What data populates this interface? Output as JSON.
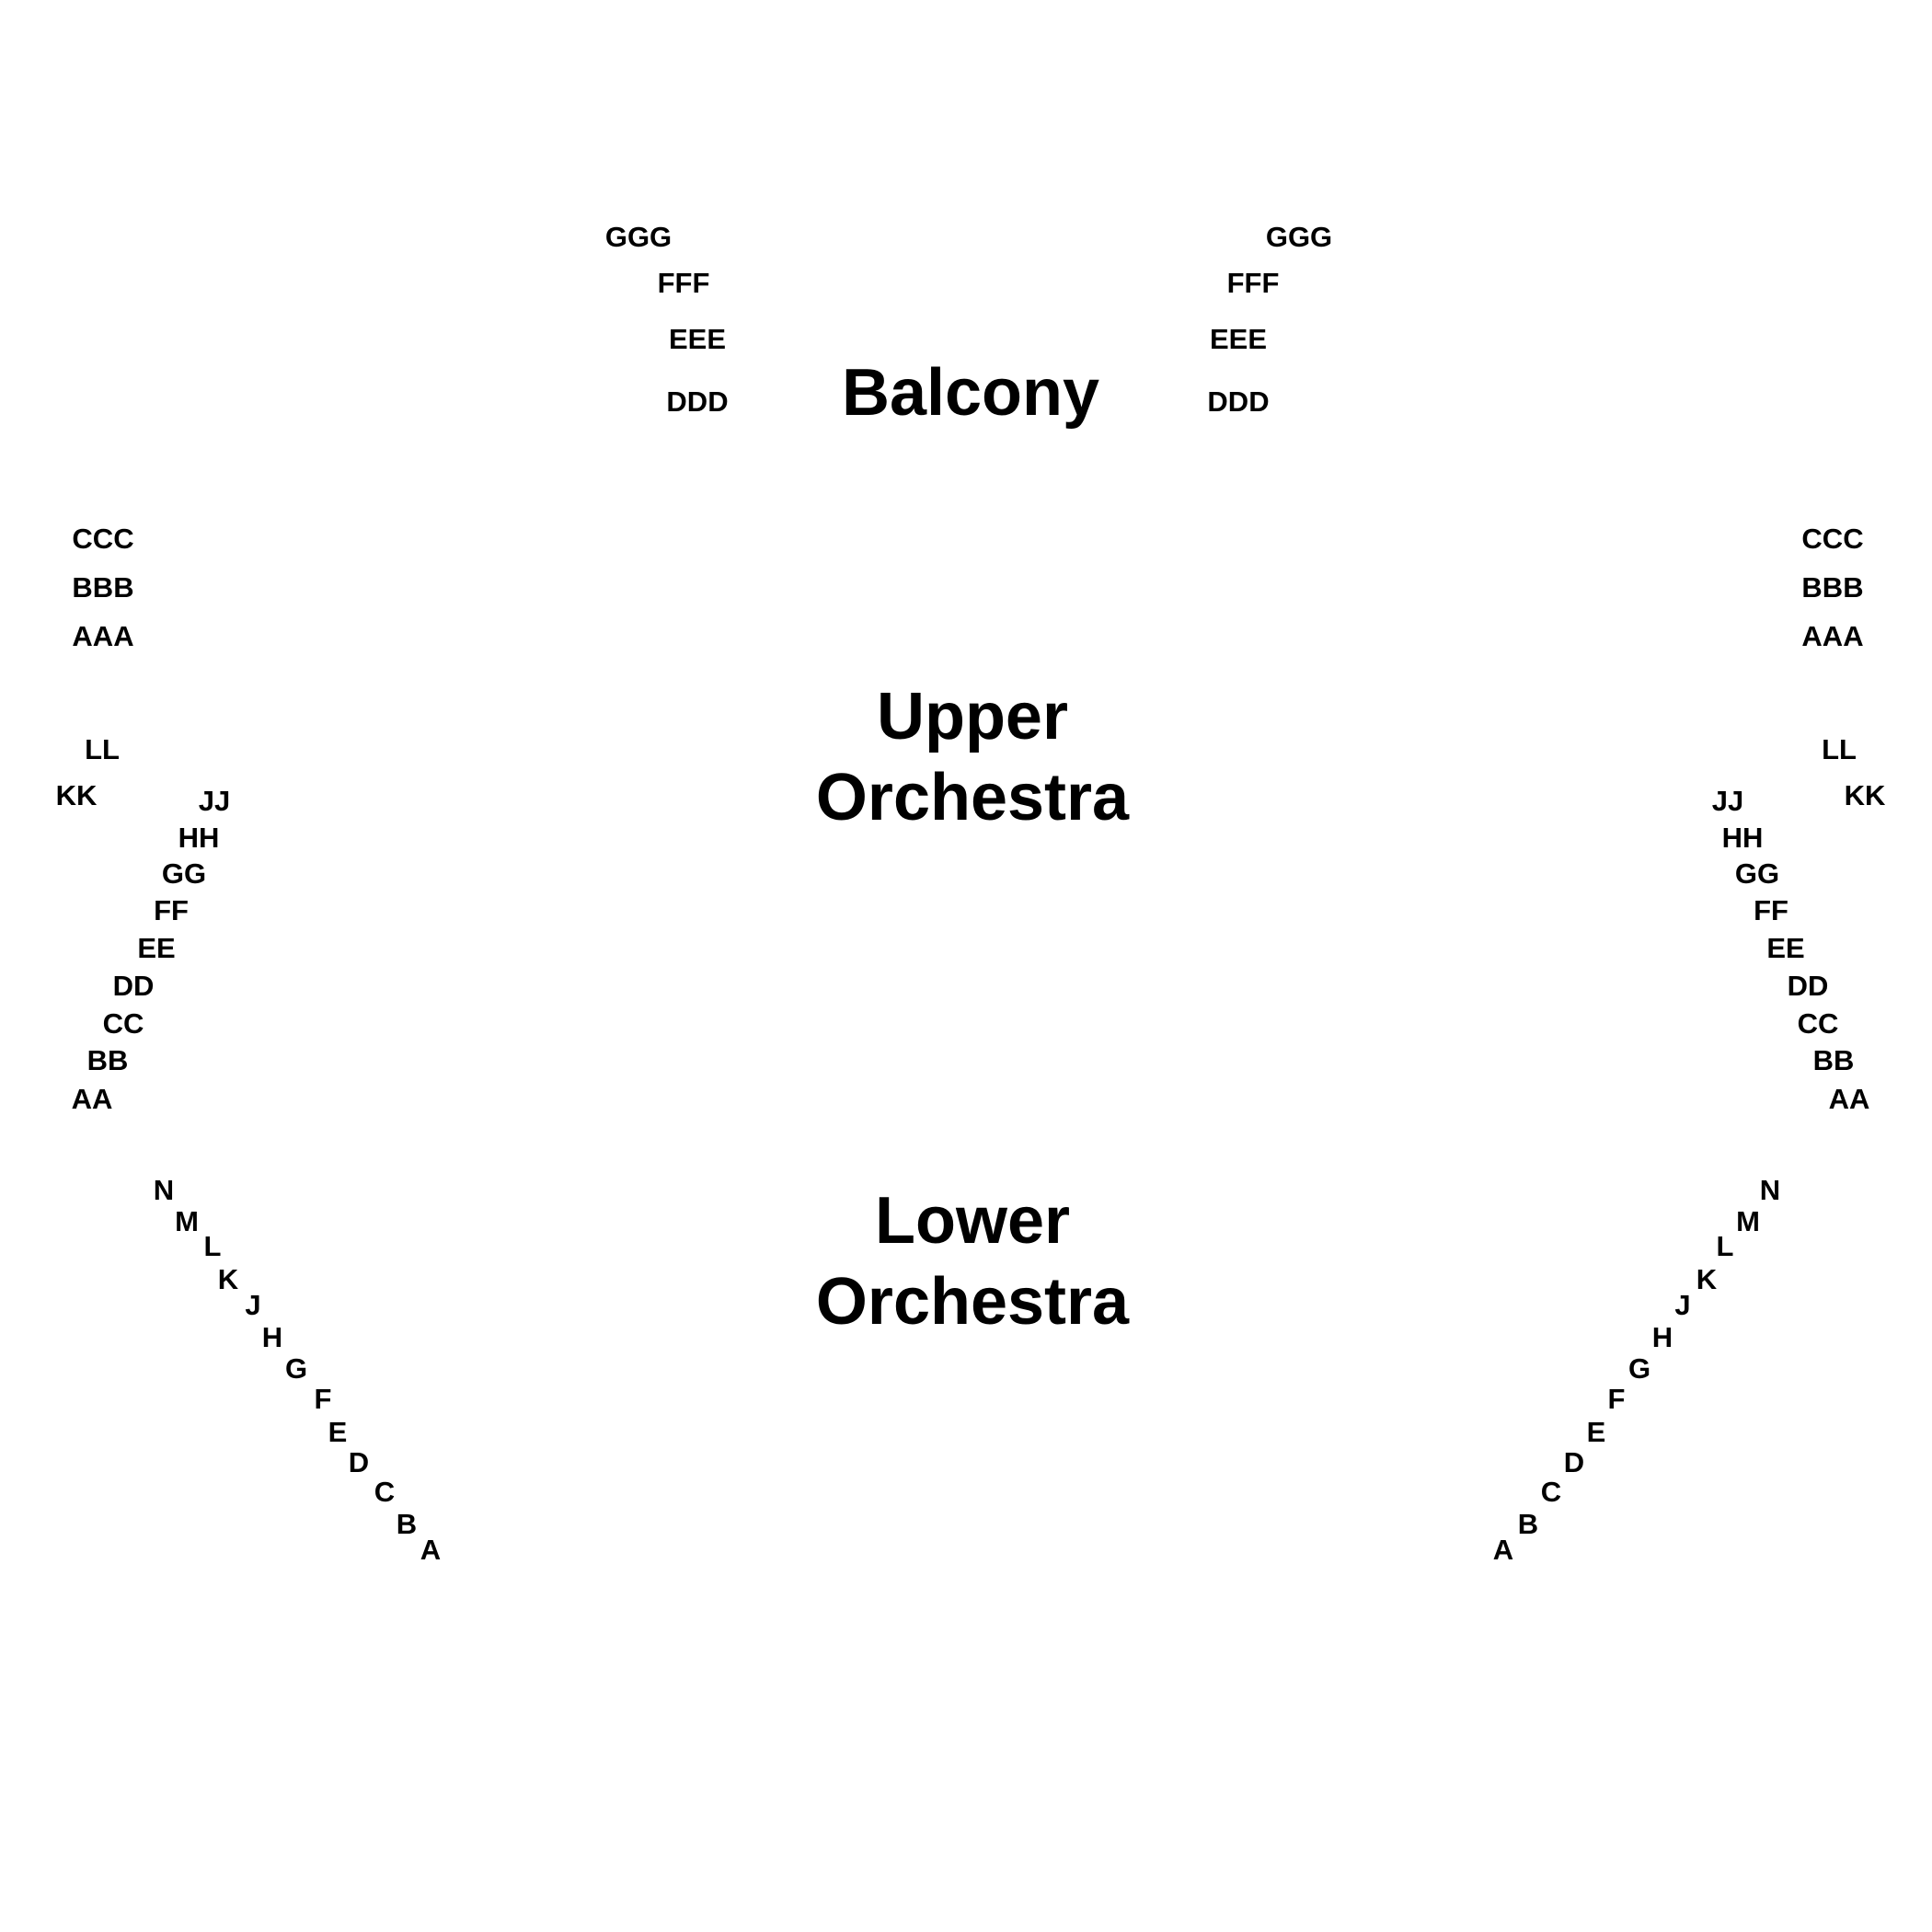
{
  "sections": {
    "balcony": "Balcony",
    "upper_orchestra": "Upper\nOrchestra",
    "lower_orchestra": "Lower\nOrchestra"
  },
  "rows": {
    "balcony_left": [
      "GGG",
      "FFF",
      "EEE",
      "DDD"
    ],
    "balcony_right": [
      "GGG",
      "FFF",
      "EEE",
      "DDD"
    ],
    "rear_left": [
      "CCC",
      "BBB",
      "AAA"
    ],
    "rear_right": [
      "CCC",
      "BBB",
      "AAA"
    ],
    "upper_left": [
      "LL",
      "KK",
      "JJ",
      "HH",
      "GG",
      "FF",
      "EE",
      "DD",
      "CC",
      "BB",
      "AA"
    ],
    "upper_right": [
      "LL",
      "JJ",
      "KK",
      "HH",
      "GG",
      "FF",
      "EE",
      "DD",
      "CC",
      "BB",
      "AA"
    ],
    "lower_left": [
      "N",
      "M",
      "L",
      "K",
      "J",
      "H",
      "G",
      "F",
      "E",
      "D",
      "C",
      "B",
      "A"
    ],
    "lower_right": [
      "N",
      "M",
      "L",
      "K",
      "J",
      "H",
      "G",
      "F",
      "E",
      "D",
      "C",
      "B",
      "A"
    ]
  }
}
